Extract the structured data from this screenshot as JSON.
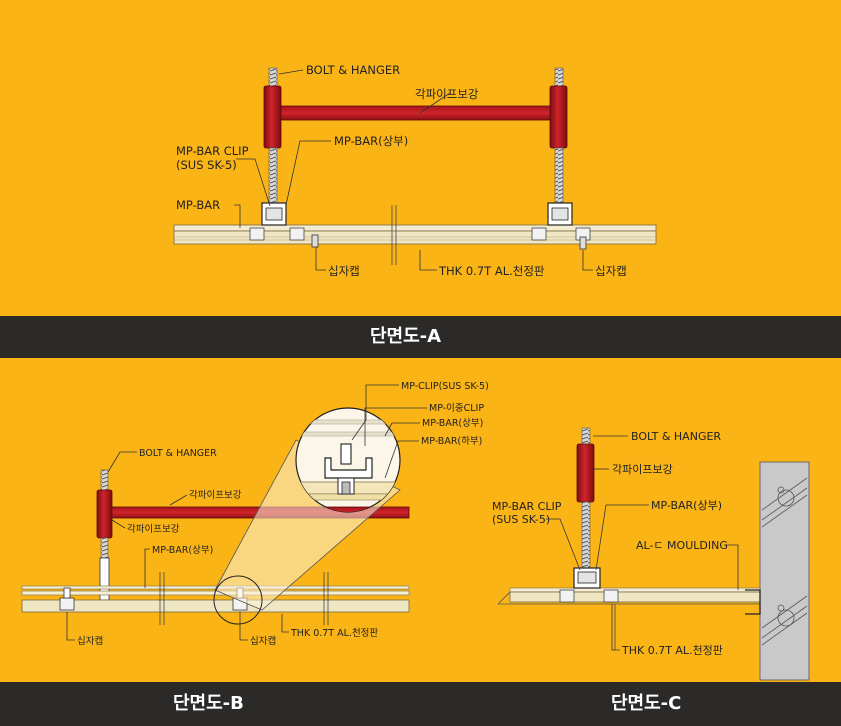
{
  "section_a": {
    "title": "단면도-A",
    "labels": {
      "bolt_hanger": "BOLT & HANGER",
      "pipe": "각파이프보강",
      "clip": "MP-BAR CLIP",
      "clip_spec": "(SUS SK-5)",
      "mpbar_upper": "MP-BAR(상부)",
      "mpbar": "MP-BAR",
      "cross_cap_left": "십자캡",
      "panel": "THK 0.7T AL.천정판",
      "cross_cap_right": "십자캡"
    }
  },
  "section_b": {
    "title": "단면도-B",
    "labels": {
      "mp_clip": "MP-CLIP(SUS SK-5)",
      "mp_double_clip": "MP-이중CLIP",
      "mpbar_upper_detail": "MP-BAR(상부)",
      "mpbar_lower_detail": "MP-BAR(하부)",
      "bolt_hanger": "BOLT & HANGER",
      "pipe_top": "각파이프보강",
      "pipe_side": "각파이프보강",
      "mpbar_upper": "MP-BAR(상부)",
      "cross_cap_left": "십자캡",
      "cross_cap_right": "십자캡",
      "panel": "THK 0.7T AL.천정판"
    }
  },
  "section_c": {
    "title": "단면도-C",
    "labels": {
      "bolt_hanger": "BOLT & HANGER",
      "pipe": "각파이프보강",
      "clip": "MP-BAR CLIP",
      "clip_spec": "(SUS SK-5)",
      "mpbar_upper": "MP-BAR(상부)",
      "moulding": "AL-ㄷ MOULDING",
      "panel": "THK 0.7T AL.천정판"
    }
  },
  "colors": {
    "background": "#fbb416",
    "band": "#2b2a28",
    "pipe_red": "#c0181e",
    "panel": "#efe6c4",
    "wall": "#c9c9c9"
  }
}
